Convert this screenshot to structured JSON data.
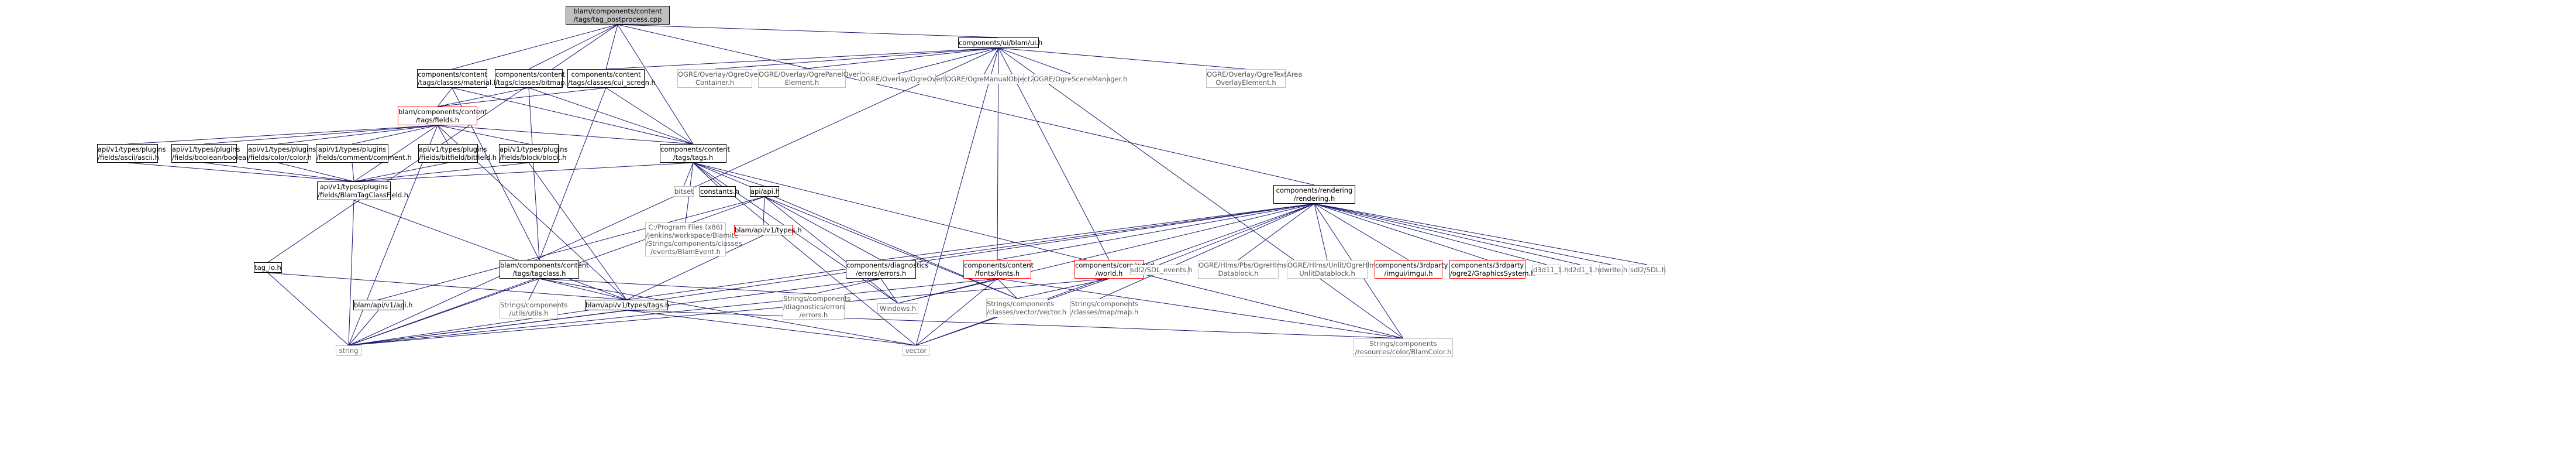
{
  "colors": {
    "edge": "#191970",
    "root_fill": "#bfbfbf",
    "linked_border": "#000000",
    "red_border": "#ff0000",
    "ext_border": "#bfbfbf"
  },
  "nodes": {
    "root": [
      "blam/components/content",
      "/tags/tag_postprocess.cpp"
    ],
    "blam_ui": [
      "components/ui/blam/ui.h"
    ],
    "material": [
      "components/content",
      "/tags/classes/material.h"
    ],
    "bitmap": [
      "components/content",
      "/tags/classes/bitmap.h"
    ],
    "cui_screen": [
      "components/content",
      "/tags/classes/cui_screen.h"
    ],
    "fields": [
      "blam/components/content",
      "/tags/fields.h"
    ],
    "tags_h": [
      "components/content",
      "/tags/tags.h"
    ],
    "ascii": [
      "api/v1/types/plugins",
      "/fields/ascii/ascii.h"
    ],
    "boolean": [
      "api/v1/types/plugins",
      "/fields/boolean/boolean.h"
    ],
    "color": [
      "api/v1/types/plugins",
      "/fields/color/color.h"
    ],
    "comment": [
      "api/v1/types/plugins",
      "/fields/comment/comment.h"
    ],
    "bitfield": [
      "api/v1/types/plugins",
      "/fields/bitfield/bitfield.h"
    ],
    "block": [
      "api/v1/types/plugins",
      "/fields/block/block.h"
    ],
    "blamtagclassfield": [
      "api/v1/types/plugins",
      "/fields/BlamTagClassField.h"
    ],
    "bitset": [
      "bitset"
    ],
    "constants": [
      "constants.h"
    ],
    "api_h": [
      "api/api.h"
    ],
    "event_h": [
      "C:/Program Files (x86)",
      "/Jenkins/workspace/Blamite",
      "/Strings/components/classes",
      "/events/BlamEvent.h"
    ],
    "apiv1_types": [
      "blam/api/v1/types.h"
    ],
    "tagclass": [
      "blam/components/content",
      "/tags/tagclass.h"
    ],
    "tag_io": [
      "tag_io.h"
    ],
    "apiv1_api": [
      "blam/api/v1/api.h"
    ],
    "utils": [
      "Strings/components",
      "/utils/utils.h"
    ],
    "apiv1_tags": [
      "blam/api/v1/types/tags.h"
    ],
    "diag_errors": [
      "components/diagnostics",
      "/errors/errors.h"
    ],
    "strings_errors": [
      "Strings/components",
      "/diagnostics/errors",
      "/errors.h"
    ],
    "windows": [
      "Windows.h"
    ],
    "fonts": [
      "components/content",
      "/fonts/fonts.h"
    ],
    "vector_h": [
      "Strings/components",
      "/classes/vector/vector.h"
    ],
    "world": [
      "components/core/world",
      "/world.h"
    ],
    "map_h": [
      "Strings/components",
      "/classes/map/map.h"
    ],
    "string": [
      "string"
    ],
    "vector": [
      "vector"
    ],
    "blamcolor": [
      "Strings/components",
      "/resources/color/BlamColor.h"
    ],
    "rendering": [
      "components/rendering",
      "/rendering.h"
    ],
    "ogre_container": [
      "OGRE/Overlay/OgreOverlay",
      "Container.h"
    ],
    "ogre_panel": [
      "OGRE/Overlay/OgrePanelOverlay",
      "Element.h"
    ],
    "ogre_overlay": [
      "OGRE/Overlay/OgreOverlay.h"
    ],
    "ogre_manual": [
      "OGRE/OgreManualObject2.h"
    ],
    "ogre_scene": [
      "OGRE/OgreSceneManager.h"
    ],
    "ogre_textarea": [
      "OGRE/Overlay/OgreTextArea",
      "OverlayElement.h"
    ],
    "sdl_events": [
      "sdl2/SDL_events.h"
    ],
    "hlms_pbs": [
      "OGRE/Hlms/Pbs/OgreHlmsPbs",
      "Datablock.h"
    ],
    "hlms_unlit": [
      "OGRE/Hlms/Unlit/OgreHlms",
      "UnlitDatablock.h"
    ],
    "imgui": [
      "components/3rdparty",
      "/imgui/imgui.h"
    ],
    "graphics": [
      "components/3rdparty",
      "/ogre2/GraphicsSystem.h"
    ],
    "d3d11": [
      "d3d11_1.h"
    ],
    "d2d1": [
      "d2d1_1.h"
    ],
    "dwrite": [
      "dwrite.h"
    ],
    "sdl": [
      "sdl2/SDL.h"
    ]
  }
}
